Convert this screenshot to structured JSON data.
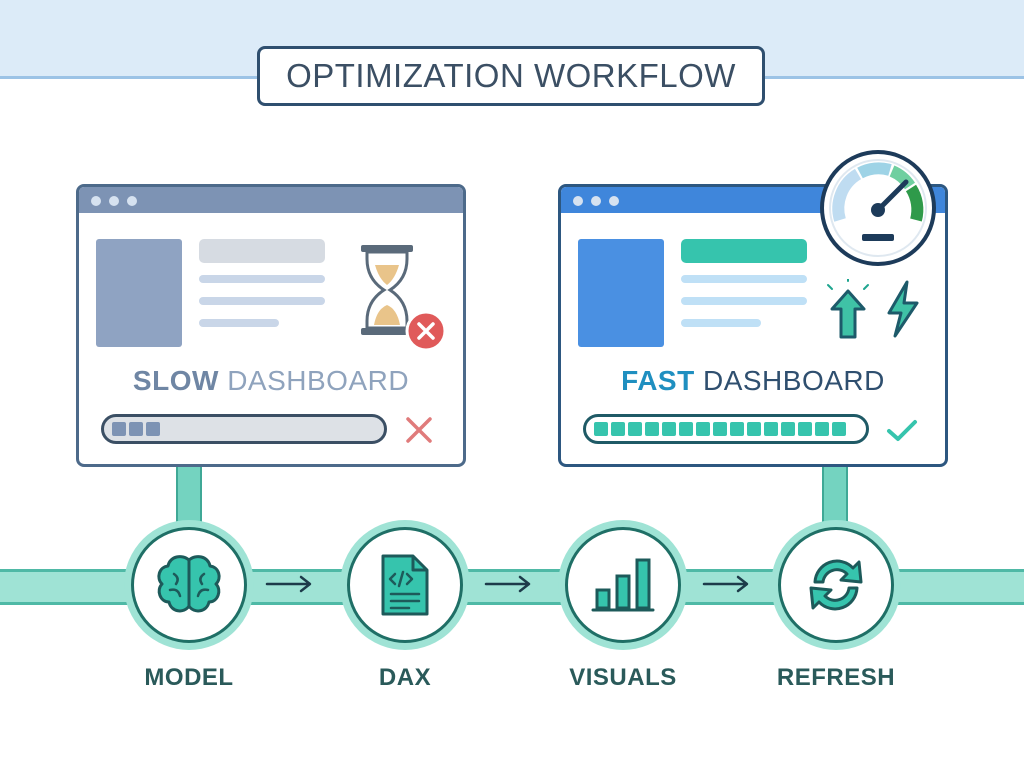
{
  "title": "OPTIMIZATION WORKFLOW",
  "slow_dashboard": {
    "label_bold": "SLOW",
    "label_rest": " DASHBOARD",
    "progress": 0.2,
    "status": "fail",
    "icons": [
      "hourglass-icon",
      "error-badge-icon",
      "cross-icon"
    ]
  },
  "fast_dashboard": {
    "label_bold": "FAST",
    "label_rest": " DASHBOARD",
    "progress": 1.0,
    "status": "success",
    "icons": [
      "speedometer-icon",
      "arrow-up-icon",
      "lightning-icon",
      "check-icon"
    ]
  },
  "steps": [
    {
      "label": "MODEL",
      "icon": "brain-icon"
    },
    {
      "label": "DAX",
      "icon": "code-document-icon"
    },
    {
      "label": "VISUALS",
      "icon": "bar-chart-icon"
    },
    {
      "label": "REFRESH",
      "icon": "refresh-icon"
    }
  ],
  "colors": {
    "accent_teal": "#1fa58f",
    "pipe_teal": "#9fe3d5",
    "slow_blue": "#7d93b4",
    "fast_blue": "#3f86db",
    "error_red": "#e05a5a",
    "dark_text": "#3b4f64"
  }
}
